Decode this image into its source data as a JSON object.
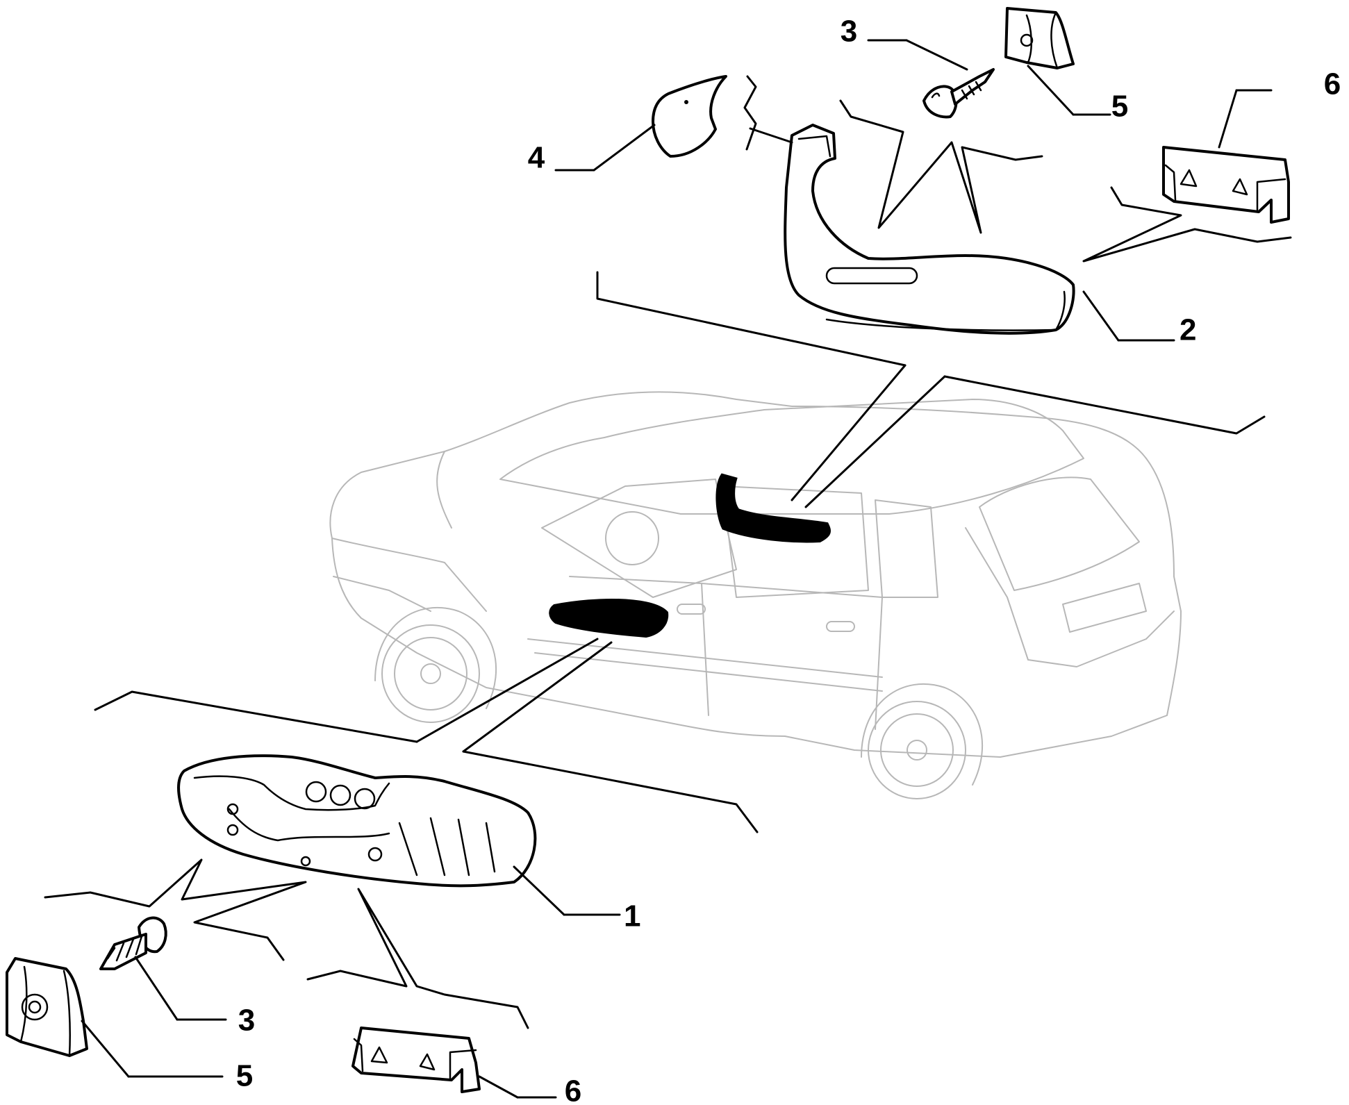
{
  "diagram": {
    "callouts": [
      {
        "id": "callout-1-lower-handle",
        "text": "1"
      },
      {
        "id": "callout-2-upper-handle",
        "text": "2"
      },
      {
        "id": "callout-3-screw-top",
        "text": "3"
      },
      {
        "id": "callout-4-cover",
        "text": "4"
      },
      {
        "id": "callout-5-clip-top",
        "text": "5"
      },
      {
        "id": "callout-6-insert-top",
        "text": "6"
      },
      {
        "id": "callout-3-screw-bottom",
        "text": "3"
      },
      {
        "id": "callout-5-clip-bottom",
        "text": "5"
      },
      {
        "id": "callout-6-insert-bottom",
        "text": "6"
      }
    ]
  }
}
